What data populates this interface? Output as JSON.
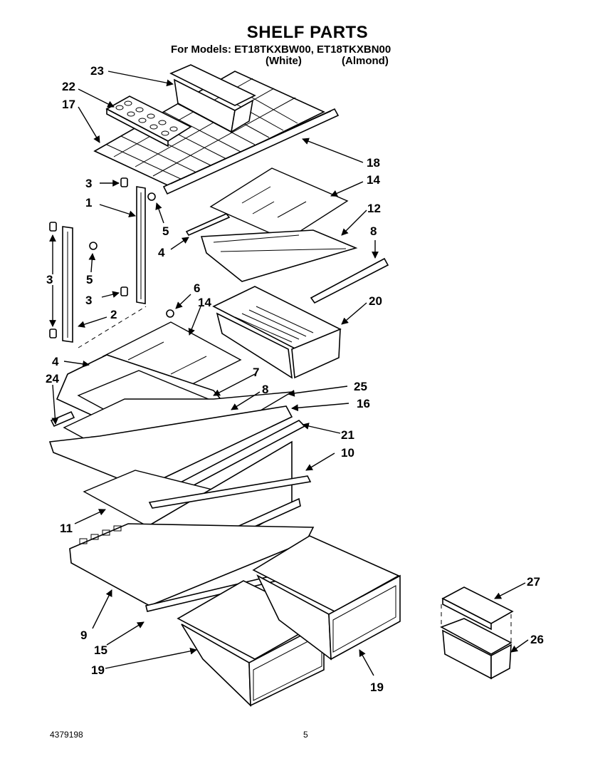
{
  "header": {
    "title": "SHELF PARTS",
    "models_line": "For Models: ET18TKXBW00, ET18TKXBN00",
    "variant_white": "(White)",
    "variant_almond": "(Almond)"
  },
  "callouts": [
    "23",
    "22",
    "17",
    "18",
    "14",
    "12",
    "8",
    "3",
    "1",
    "5",
    "4",
    "3",
    "5",
    "3",
    "6",
    "14",
    "20",
    "2",
    "4",
    "7",
    "8",
    "25",
    "24",
    "16",
    "21",
    "10",
    "11",
    "9",
    "15",
    "19",
    "19",
    "27",
    "26"
  ],
  "footer": {
    "doc_number": "4379198",
    "page_number": "5"
  }
}
